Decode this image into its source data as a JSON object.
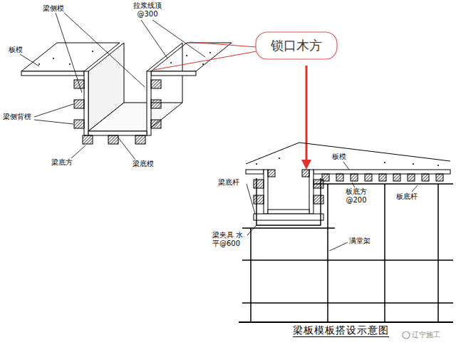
{
  "diagram": {
    "caption": "梁板模板搭设示意图",
    "nodes": [
      {
        "text": [
          "锁口木方"
        ]
      }
    ],
    "labels": [
      "梁侧模",
      "拉浆线顶 @300",
      "板模",
      "梁侧背楞",
      "梁底方",
      "梁底模",
      "板模",
      "梁底杆",
      "板底方 @200",
      "板底杆",
      "梁夹具 水平@600",
      "满堂架",
      "辽宁施工"
    ]
  }
}
